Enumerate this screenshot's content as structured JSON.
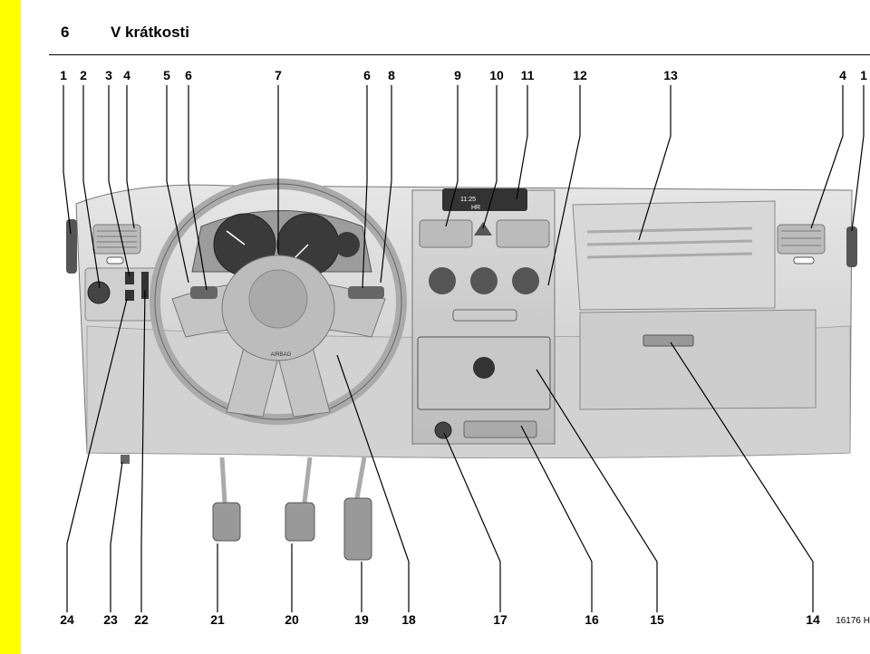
{
  "page": {
    "number": "6",
    "section_title": "V krátkosti"
  },
  "figure": {
    "image_id_label": "16176 H",
    "display_texts": {
      "clock": "11:25",
      "radio": "HR",
      "airbag": "AIRBAG"
    },
    "callouts_top": [
      "1",
      "2",
      "3",
      "4",
      "5",
      "6",
      "7",
      "6",
      "8",
      "9",
      "10",
      "11",
      "12",
      "13",
      "4",
      "1"
    ],
    "callouts_bottom": [
      "24",
      "23",
      "22",
      "21",
      "20",
      "19",
      "18",
      "17",
      "16",
      "15",
      "14"
    ]
  }
}
